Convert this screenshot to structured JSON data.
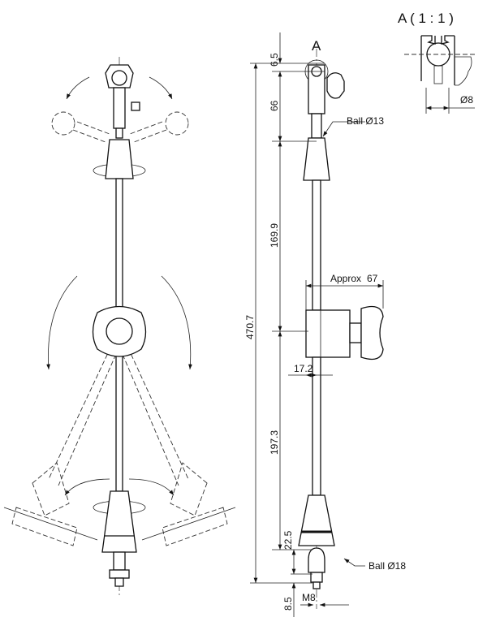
{
  "detail": {
    "title": "A ( 1 : 1 )",
    "diameter": "Ø8"
  },
  "view_marker": "A",
  "dimensions": {
    "top_gap": "6.5",
    "upper_arm": "66",
    "overall": "470.7",
    "mid_rod": "169.9",
    "lower_rod": "197.3",
    "base_height": "22.5",
    "thread_length": "8.5",
    "clamp_offset": "17.2",
    "clamp_width_prefix": "Approx",
    "clamp_width": "67"
  },
  "callouts": {
    "ball_top": "Ball Ø13",
    "ball_bottom": "Ball Ø18",
    "thread": "M8"
  }
}
